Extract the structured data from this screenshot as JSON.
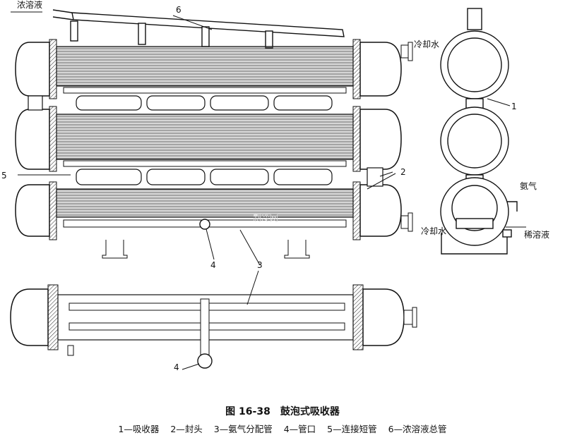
{
  "labels": {
    "conc_solution_out": "浓溶液",
    "cooling_water_in": "冷却水",
    "cooling_water_out": "冷却水",
    "ammonia": "氨气",
    "dilute_solution": "稀溶液",
    "n1": "1",
    "n2": "2",
    "n3": "3",
    "n4_top": "4",
    "n4_bottom": "4",
    "n5": "5",
    "n6": "6"
  },
  "watermark": "制冷网",
  "caption": {
    "title": "图 16-38　鼓泡式吸收器",
    "legend": [
      "1—吸收器",
      "2—封头",
      "3—氨气分配管",
      "4—管口",
      "5—连接短管",
      "6—浓溶液总管"
    ]
  }
}
